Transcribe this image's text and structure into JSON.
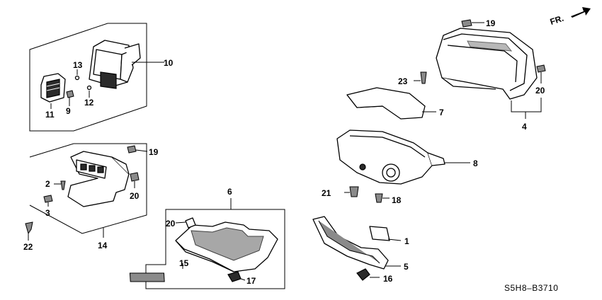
{
  "diagram_code": "S5H8‒B3710",
  "direction_marker": {
    "label": "FR."
  },
  "callouts": {
    "c1": "1",
    "c2": "2",
    "c3": "3",
    "c4": "4",
    "c5": "5",
    "c6": "6",
    "c7": "7",
    "c8": "8",
    "c9": "9",
    "c10": "10",
    "c11": "11",
    "c12": "12",
    "c13": "13",
    "c14": "14",
    "c15": "15",
    "c16": "16",
    "c17": "17",
    "c18": "18",
    "c19a": "19",
    "c19b": "19",
    "c20a": "20",
    "c20b": "20",
    "c20c": "20",
    "c21": "21",
    "c22": "22",
    "c23": "23"
  }
}
